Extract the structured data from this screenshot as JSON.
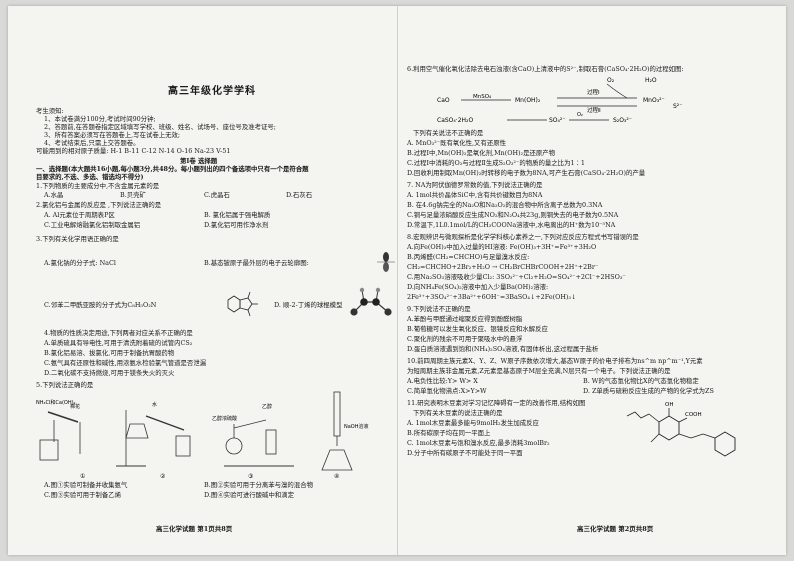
{
  "left": {
    "title": "高三年级化学学科",
    "notice_header": "考生须知:",
    "notices": [
      "1、本试卷满分100分,考试时间90分钟;",
      "2、答题前,在答题卷指定区域填写学校、班级、姓名、试场号、座位号及准考证号;",
      "3、所有答案必须写在答题卷上,写在试卷上无效;",
      "4、考试结束后,只需上交答题卷。"
    ],
    "atomic_masses": "可能用到的相对原子质量: H-1  B-11  C-12  N-14  O-16  Na-23  V-51",
    "part1": "第Ⅰ卷 选择题",
    "section1": [
      "一、选择题(本大题共16小题,每小题3分,共48分。每小题列出的四个备选项中只有一个是符合题",
      "目要求的,不选、多选、错选均不得分)"
    ],
    "questions": {
      "q1": {
        "stem": "1.下列物质的主要成分中,不含金属元素的是",
        "opts": [
          "A.水晶",
          "B.贝壳矿",
          "C.虎晶石",
          "D.石灰石"
        ]
      },
      "q2": {
        "stem": "2.氯化铝与金属的反应是 ,下列说法正确的是",
        "opts": [
          "A. Al元素位于周期表P区",
          "B. 氯化铝属于强电解质",
          "C.工业电解熔融氯化铝制取金属铝",
          "D.氯化铝可用作净水剂"
        ]
      },
      "q3": {
        "stem": "3.下列有关化学用语正确的是",
        "opts": [
          "A.氯化钠的分子式: NaCl",
          "B.基态铍原子最外层的电子云轮廓图:",
          "C.邻苯二甲酰亚胺的分子式为C₈H₅O₂N",
          "D. 顺-2-丁烯的球棍模型"
        ]
      },
      "q4": {
        "stem": "4.物质的性质决定用途,下列两者对应关系不正确的是",
        "opts": [
          "A.单质硫具有导电性,可用于清洗附着硫的试管内CS₂",
          "B.氯化铝易溶、拔氯化,可用于制备抗胃酸药物",
          "C.氨气具有还原性和碱性,用浓氨水检验氯气管道是否泄漏",
          "D.二氧化碳不支持燃烧,可用于镁条失火的灭火"
        ]
      },
      "q5": {
        "stem": "5.下列说法正确的是",
        "labels": [
          "NH₄Cl和Ca(OH)₂",
          "棉花",
          "水",
          "乙醇浓硫酸",
          "乙醇",
          "NaOH溶液"
        ],
        "nums": [
          "①",
          "②",
          "③",
          "④"
        ],
        "opts": [
          "A.图①实验可制备并收集氨气",
          "B.图②实验可用于分离苯与溴的混合物",
          "C.图③实验可用于制备乙烯",
          "D.图④实验可进行酸碱中和滴定"
        ]
      }
    },
    "footer": "高三化学试题  第1页共8页"
  },
  "right": {
    "q6": {
      "stem": "6.利用空气催化氧化法除去电石浊液(含CaO)上清液中的S²⁻,制取石膏(CaSO₄·2H₂O)的过程如图:",
      "diagram": [
        "O₂",
        "H₂O",
        "CaO",
        "MnSO₄",
        "Mn(OH)₂",
        "过程Ⅰ",
        "MnO₃²⁻",
        "过程Ⅱ",
        "S²⁻",
        "CaSO₄·2H₂O",
        "SO₄²⁻",
        "S₂O₃²⁻",
        "O₂"
      ],
      "prompt": "下列有关说法不正确的是",
      "opts": [
        "A. MnO₃²⁻既有氧化性,又有还原性",
        "B.过程Ⅰ中,Mn(OH)₂是氧化剂,Mn(OH)₂是还原产物",
        "C.过程Ⅰ中消耗的O₂与过程Ⅱ生成S₂O₃²⁻的物质的量之比为1∶1",
        "D.回收利用制取Mn(OH)₂时转移的电子数为8NA,可产生石膏(CaSO₄·2H₂O)的产量"
      ]
    },
    "q7": {
      "stem": "7. NA为阿伏伽德罗常数的值,下列说法正确的是",
      "opts": [
        "A. 1mol共价晶体SiC中,含有共价键数目为8NA",
        "B. 在4.6g钠完全的Na₂O和Na₂O₂的混合物中所含离子总数为0.3NA",
        "C.铜与足量浓硝酸反应生成NO₂和N₂O₄共23g,则铜失去的电子数为0.5NA",
        "D.常温下,1L0.1mol/L的CH₃COONa溶液中,水电离出的H⁺数为10⁻⁵NA"
      ]
    },
    "q8": {
      "stem": "8.宏观辨识与微观探析是化学学科核心素养之一,下列对应反应方程式书写错误的是",
      "opts": [
        "A.向Fe(OH)₃中加入过量的HI溶液: Fe(OH)₃+3H⁺=Fe³⁺+3H₂O",
        "B.丙烯醛(CH₂=CHCHO)与足量溴水反应:",
        "   CH₂=CHCHO+2Br₂+H₂O → CH₂BrCHBrCOOH+2H⁺+2Br⁻",
        "C.用Na₂SO₃溶液吸收少量Cl₂: 3SO₃²⁻+Cl₂+H₂O=SO₄²⁻+2Cl⁻+2HSO₃⁻",
        "D.向NH₄Fe(SO₄)₂溶液中加入少量Ba(OH)₂溶液:",
        "   2Fe³⁺+3SO₄²⁻+3Ba²⁺+6OH⁻=3BaSO₄↓+2Fe(OH)₃↓"
      ]
    },
    "q9": {
      "stem": "9.下列说法不正确的是",
      "opts": [
        "A.苯酚与甲醛通过缩聚反应得到酚醛树脂",
        "B.葡萄糖可以发生氧化反应、银镜反应和水解反应",
        "C.聚化剂的残余不可用于聚吸水中的悬浮",
        "D.蛋白质溶液遇到饱和(NH₄)₂SO₄溶液,有固体析出,这过程属于盐析"
      ]
    },
    "q10": {
      "stem": [
        "10.前四周期主族元素X、Y、Z、W原子序数依次增大,基态W原子的价电子排布为ns^m np^m⁻¹,Y元素",
        "为短周期主族非金属元素,Z元素是基态原子M层全充满,N层只有一个电子。下列说法正确的是"
      ],
      "opts": [
        "A.电负性比较:Y> W> X",
        "B. W的气态氢化物比X的气态氢化物稳定",
        "C.简单氢化物沸点:X>Y>W",
        "D. Z单质与硫粉反应生成的产物的化学式为ZS"
      ]
    },
    "q11": {
      "stem": [
        "11.研究表明木豆素对学习记忆障碍有一定的改善作用,结构如图",
        "下列有关木豆素的说法正确的是"
      ],
      "struct": [
        "OH",
        "COOH"
      ],
      "opts": [
        "A. 1mol木豆素最多能与9molH₂发生加成反应",
        "B.所有碳原子均在同一平面上",
        "C. 1mol木豆素与饱和溴水反应,最多消耗3molBr₂",
        "D.分子中所有碳原子不可能处于同一平面"
      ]
    },
    "footer": "高三化学试题  第2页共8页"
  }
}
